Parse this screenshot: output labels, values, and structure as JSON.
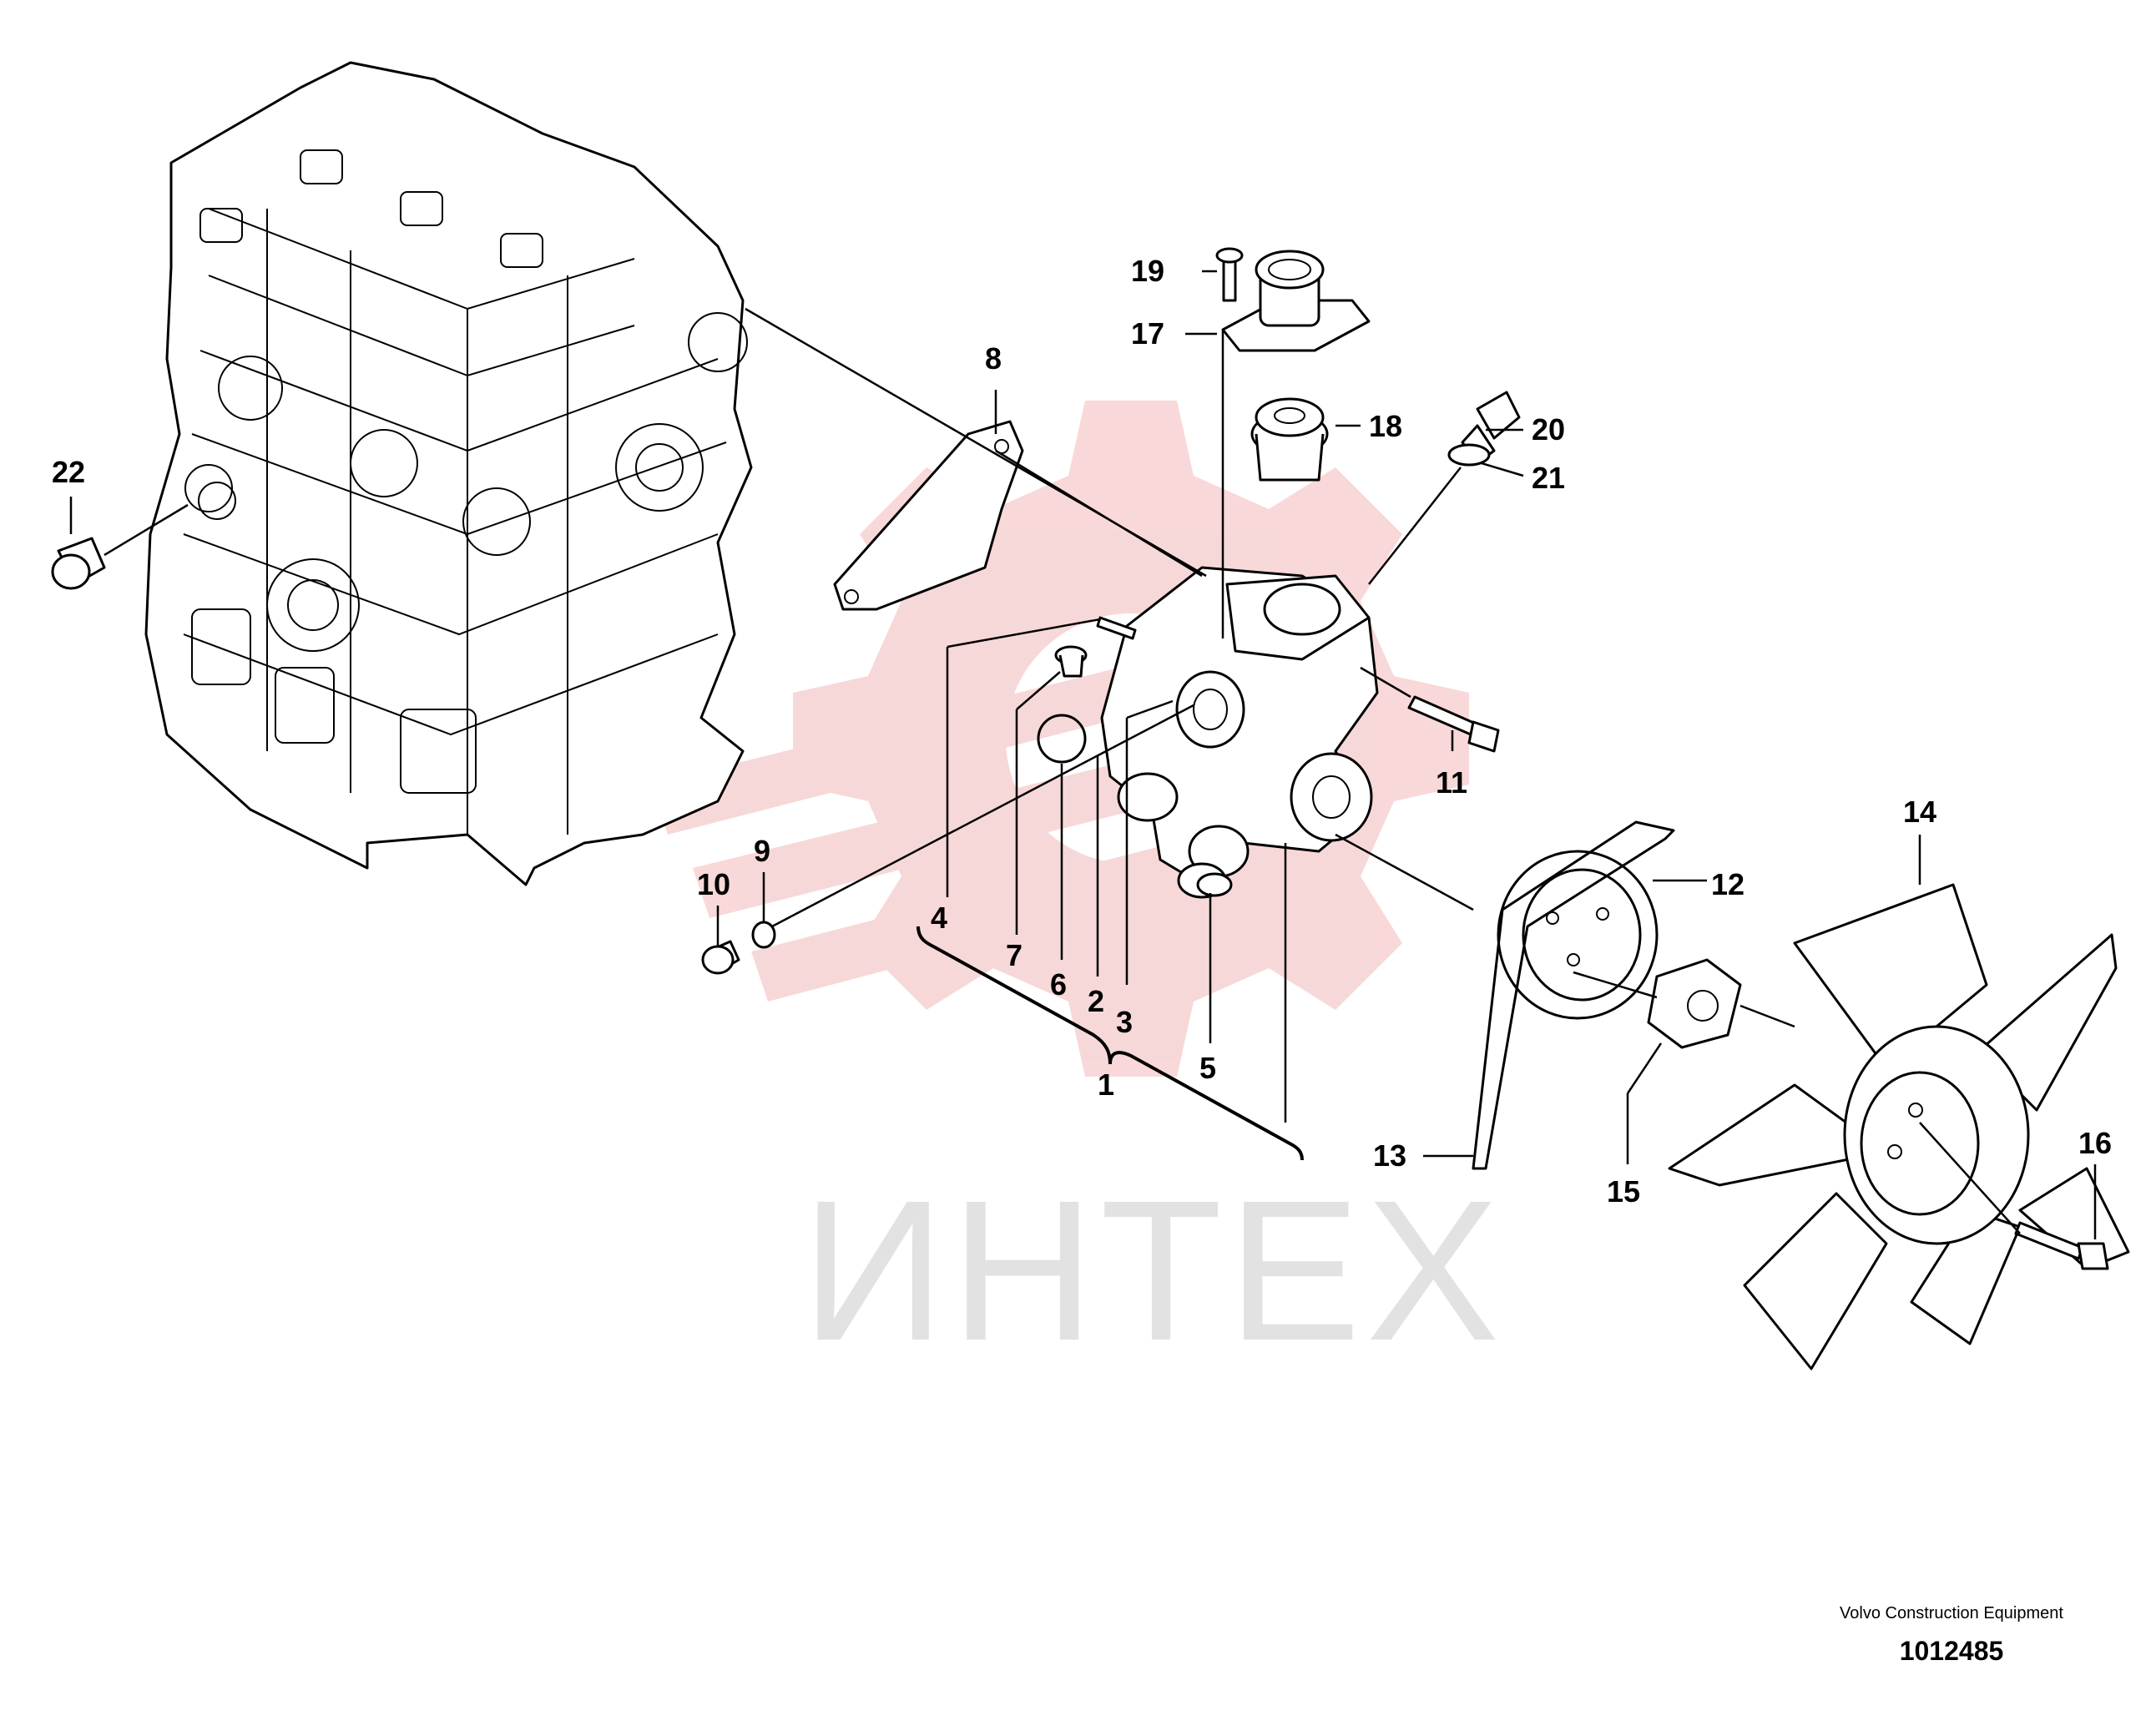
{
  "watermark": {
    "text": "ИНТЕХ",
    "gear_color": "#f7d4d4",
    "text_color": "#e2e2e2"
  },
  "footer": {
    "company": "Volvo Construction Equipment",
    "drawing_number": "1012485"
  },
  "callouts": [
    "1",
    "2",
    "3",
    "4",
    "5",
    "6",
    "7",
    "8",
    "9",
    "10",
    "11",
    "12",
    "13",
    "14",
    "15",
    "16",
    "17",
    "18",
    "19",
    "20",
    "21",
    "22"
  ],
  "parts": [
    {
      "name": "engine-block"
    },
    {
      "name": "gasket"
    },
    {
      "name": "water-pump-housing"
    },
    {
      "name": "thermostat"
    },
    {
      "name": "thermostat-cover"
    },
    {
      "name": "pulley"
    },
    {
      "name": "v-belt"
    },
    {
      "name": "fan"
    },
    {
      "name": "spacer"
    }
  ]
}
